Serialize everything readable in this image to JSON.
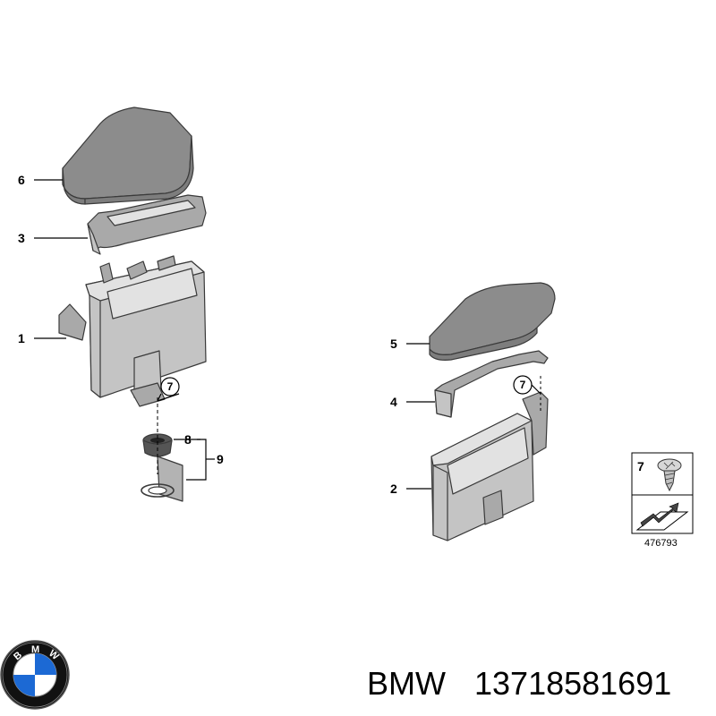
{
  "callouts": {
    "c1": "1",
    "c2": "2",
    "c3": "3",
    "c4": "4",
    "c5": "5",
    "c6": "6",
    "c8": "8",
    "c9": "9"
  },
  "circled_refs": {
    "left": "7",
    "right": "7"
  },
  "key_box": {
    "number": "7",
    "diagram_id": "476793"
  },
  "logo": {
    "letters": [
      "B",
      "M",
      "W"
    ]
  },
  "brand": "BMW",
  "part_number": "13718581691",
  "colors": {
    "cover": "#7d7d7d",
    "housing": "#c4c4c4",
    "logo_blue": "#1c69d4",
    "logo_ring": "#111111"
  }
}
